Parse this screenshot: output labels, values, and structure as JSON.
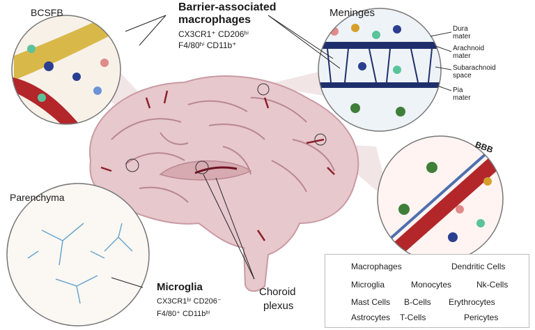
{
  "labels": {
    "bcsfb": "BCSFB",
    "bam_title_line1": "Barrier-associated",
    "bam_title_line2": "macrophages",
    "bam_markers_line1": "CX3CR1⁺ CD206ʰⁱ",
    "bam_markers_line2": "F4/80ʰⁱ CD11b⁺",
    "meninges": "Meninges",
    "dura": "Dura mater",
    "arachnoid": "Arachnoid mater",
    "subarachnoid": "Subarachnoid space",
    "pia": "Pia mater",
    "bbb": "BBB",
    "parenchyma": "Parenchyma",
    "microglia_title": "Microglia",
    "microglia_markers_line1": "CX3CR1ʰⁱ CD206⁻",
    "microglia_markers_line2": "F4/80⁺ CD11bʰⁱ",
    "choroid_line1": "Choroid",
    "choroid_line2": "plexus"
  },
  "legend": [
    {
      "label": "Macrophages",
      "icon": "macrophage-icon",
      "color": "#2a3f8f"
    },
    {
      "label": "Dendritic Cells",
      "icon": "dendritic-cell-icon",
      "color": "#b86fb5"
    },
    {
      "label": "Microglia",
      "icon": "microglia-icon",
      "color": "#6aa6cf"
    },
    {
      "label": "Monocytes",
      "icon": "monocyte-icon",
      "color": "#d4a02a"
    },
    {
      "label": "Nk-Cells",
      "icon": "nk-cell-icon",
      "color": "#2f8f7f"
    },
    {
      "label": "Mast Cells",
      "icon": "mast-cell-icon",
      "color": "#e08a8a"
    },
    {
      "label": "B-Cells",
      "icon": "b-cell-icon",
      "color": "#6b93d6"
    },
    {
      "label": "Erythrocytes",
      "icon": "erythrocyte-icon",
      "color": "#b3262a"
    },
    {
      "label": "Astrocytes",
      "icon": "astrocyte-icon",
      "color": "#3f7f3a"
    },
    {
      "label": "T-Cells",
      "icon": "t-cell-icon",
      "color": "#5bc39a"
    },
    {
      "label": "Pericytes",
      "icon": "pericyte-icon",
      "color": "#4f6fae"
    }
  ],
  "colors": {
    "brain": "#e7c8cc",
    "brain_dark": "#c99aa2",
    "vessel": "#8c1f2a",
    "membrane": "#1f2f6b",
    "barrier_gold": "#d9b84a"
  }
}
